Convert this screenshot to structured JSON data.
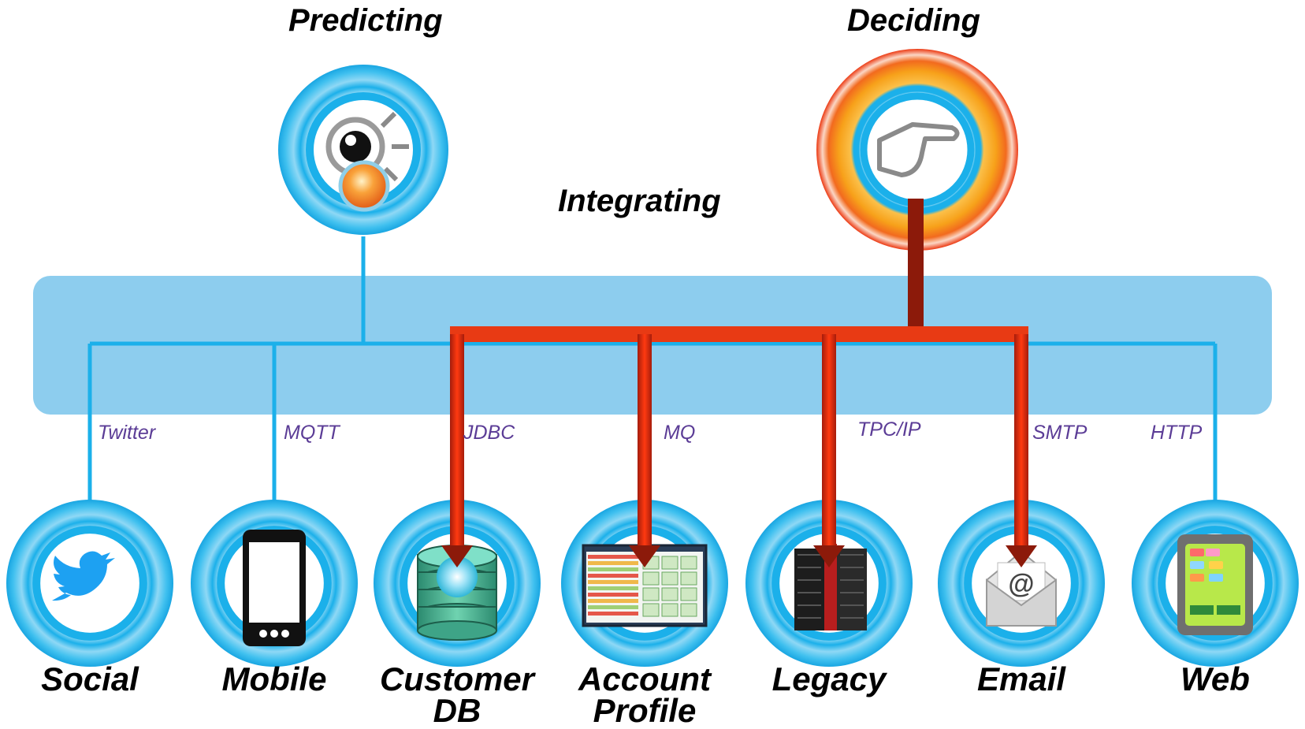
{
  "headings": {
    "predicting": "Predicting",
    "deciding": "Deciding",
    "integrating": "Integrating"
  },
  "protocols": [
    "Twitter",
    "MQTT",
    "JDBC",
    "MQ",
    "TPC/IP",
    "SMTP",
    "HTTP"
  ],
  "nodes": [
    {
      "label": "Social",
      "icon": "twitter-bird-icon"
    },
    {
      "label": "Mobile",
      "icon": "mobile-phone-icon"
    },
    {
      "label": "Customer\nDB",
      "icon": "database-icon"
    },
    {
      "label": "Account\nProfile",
      "icon": "dashboard-screen-icon"
    },
    {
      "label": "Legacy",
      "icon": "mainframe-server-icon"
    },
    {
      "label": "Email",
      "icon": "email-envelope-icon"
    },
    {
      "label": "Web",
      "icon": "web-tablet-icon"
    }
  ],
  "colors": {
    "bus": "#8dcdee",
    "cyan": "#1bb0ea",
    "red_flow": "#e83a14",
    "dark_red": "#8c1a0a",
    "protocol_text": "#5b3c96",
    "deciding_outer": "#f04c1c",
    "deciding_inner": "#f7a11a"
  }
}
